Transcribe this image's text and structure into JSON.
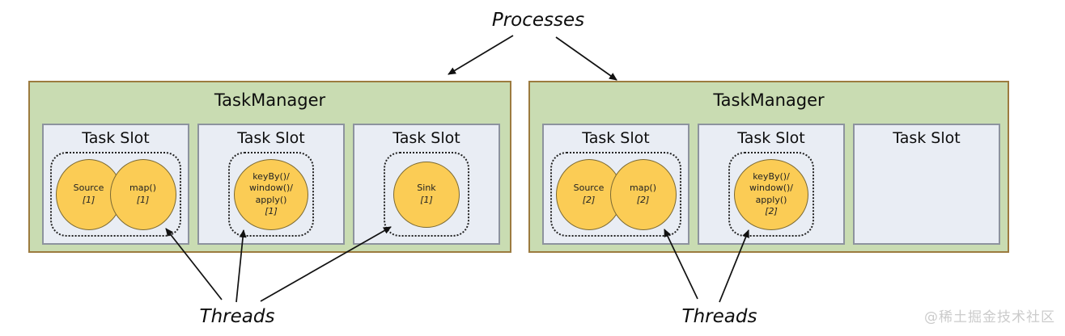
{
  "labels": {
    "processes": "Processes",
    "threads_left": "Threads",
    "threads_right": "Threads"
  },
  "watermark": "@稀土掘金技术社区",
  "colors": {
    "taskmanager_fill": "#c9dcb2",
    "taskmanager_border": "#9c7b3f",
    "slot_fill": "#e9edf4",
    "slot_border": "#8d939e",
    "task_circle_fill": "#fbcc55",
    "arrow": "#111111",
    "watermark_text": "#cbcbcb"
  },
  "task_managers": [
    {
      "title": "TaskManager",
      "slots": [
        {
          "label": "Task Slot",
          "tasks": [
            {
              "lines": [
                "Source"
              ],
              "index": "[1]"
            },
            {
              "lines": [
                "map()"
              ],
              "index": "[1]"
            }
          ]
        },
        {
          "label": "Task Slot",
          "tasks": [
            {
              "lines": [
                "keyBy()/",
                "window()/",
                "apply()"
              ],
              "index": "[1]"
            }
          ]
        },
        {
          "label": "Task Slot",
          "tasks": [
            {
              "lines": [
                "Sink"
              ],
              "index": "[1]"
            }
          ]
        }
      ]
    },
    {
      "title": "TaskManager",
      "slots": [
        {
          "label": "Task Slot",
          "tasks": [
            {
              "lines": [
                "Source"
              ],
              "index": "[2]"
            },
            {
              "lines": [
                "map()"
              ],
              "index": "[2]"
            }
          ]
        },
        {
          "label": "Task Slot",
          "tasks": [
            {
              "lines": [
                "keyBy()/",
                "window()/",
                "apply()"
              ],
              "index": "[2]"
            }
          ]
        },
        {
          "label": "Task Slot",
          "tasks": []
        }
      ]
    }
  ]
}
